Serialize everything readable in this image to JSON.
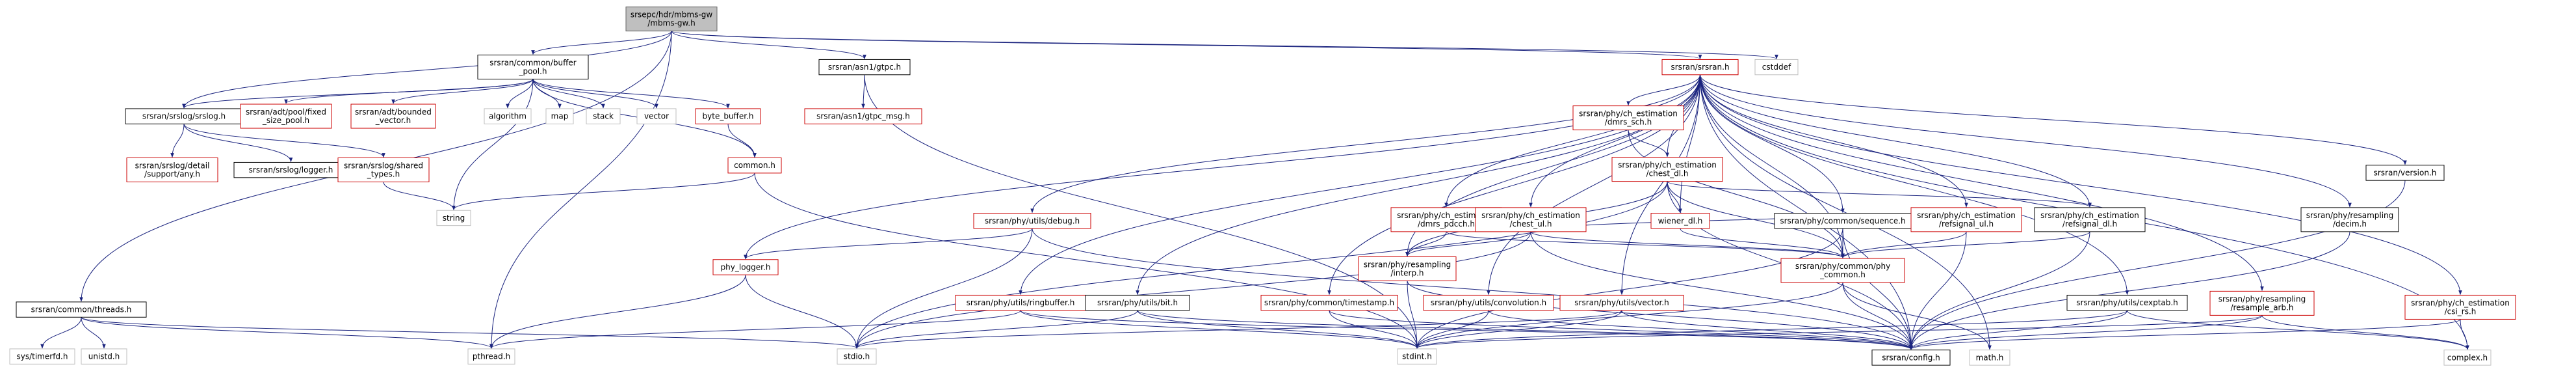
{
  "graph": {
    "colors": {
      "edge": "#1a237e",
      "root_fill": "#bfbfbf",
      "root_border": "#666666",
      "documented_border": "#000000",
      "undocumented_border": "#cc0000",
      "plain_border": "#bfbfbf",
      "background": "#ffffff"
    },
    "nodes": [
      {
        "id": "root",
        "lines": [
          "srsepc/hdr/mbms-gw",
          "/mbms-gw.h"
        ],
        "kind": "root"
      },
      {
        "id": "buffer_pool",
        "lines": [
          "srsran/common/buffer",
          "_pool.h"
        ],
        "kind": "documented"
      },
      {
        "id": "gtpc",
        "lines": [
          "srsran/asn1/gtpc.h"
        ],
        "kind": "documented"
      },
      {
        "id": "srsran_h",
        "lines": [
          "srsran/srsran.h"
        ],
        "kind": "undocumented"
      },
      {
        "id": "cstddef",
        "lines": [
          "cstddef"
        ],
        "kind": "plain"
      },
      {
        "id": "threads",
        "lines": [
          "srsran/common/threads.h"
        ],
        "kind": "documented"
      },
      {
        "id": "srslog",
        "lines": [
          "srsran/srslog/srslog.h"
        ],
        "kind": "documented"
      },
      {
        "id": "fixed_pool",
        "lines": [
          "srsran/adt/pool/fixed",
          "_size_pool.h"
        ],
        "kind": "undocumented"
      },
      {
        "id": "bounded_vector",
        "lines": [
          "srsran/adt/bounded",
          "_vector.h"
        ],
        "kind": "undocumented"
      },
      {
        "id": "algorithm",
        "lines": [
          "algorithm"
        ],
        "kind": "plain"
      },
      {
        "id": "map",
        "lines": [
          "map"
        ],
        "kind": "plain"
      },
      {
        "id": "stack",
        "lines": [
          "stack"
        ],
        "kind": "plain"
      },
      {
        "id": "vector",
        "lines": [
          "vector"
        ],
        "kind": "plain"
      },
      {
        "id": "byte_buffer",
        "lines": [
          "byte_buffer.h"
        ],
        "kind": "undocumented"
      },
      {
        "id": "gtpc_msg",
        "lines": [
          "srsran/asn1/gtpc_msg.h"
        ],
        "kind": "undocumented"
      },
      {
        "id": "detail_any",
        "lines": [
          "srsran/srslog/detail",
          "/support/any.h"
        ],
        "kind": "undocumented"
      },
      {
        "id": "logger",
        "lines": [
          "srsran/srslog/logger.h"
        ],
        "kind": "documented"
      },
      {
        "id": "shared_types",
        "lines": [
          "srsran/srslog/shared",
          "_types.h"
        ],
        "kind": "undocumented"
      },
      {
        "id": "common_h",
        "lines": [
          "common.h"
        ],
        "kind": "undocumented"
      },
      {
        "id": "string",
        "lines": [
          "string"
        ],
        "kind": "plain"
      },
      {
        "id": "sys_timerfd",
        "lines": [
          "sys/timerfd.h"
        ],
        "kind": "plain"
      },
      {
        "id": "unistd",
        "lines": [
          "unistd.h"
        ],
        "kind": "plain"
      },
      {
        "id": "pthread",
        "lines": [
          "pthread.h"
        ],
        "kind": "plain"
      },
      {
        "id": "debug_h",
        "lines": [
          "srsran/phy/utils/debug.h"
        ],
        "kind": "undocumented"
      },
      {
        "id": "phy_logger",
        "lines": [
          "phy_logger.h"
        ],
        "kind": "undocumented"
      },
      {
        "id": "stdio",
        "lines": [
          "stdio.h"
        ],
        "kind": "plain"
      },
      {
        "id": "ringbuffer",
        "lines": [
          "srsran/phy/utils/ringbuffer.h"
        ],
        "kind": "undocumented"
      },
      {
        "id": "bit_h",
        "lines": [
          "srsran/phy/utils/bit.h"
        ],
        "kind": "documented"
      },
      {
        "id": "stdint",
        "lines": [
          "stdint.h"
        ],
        "kind": "plain"
      },
      {
        "id": "timestamp",
        "lines": [
          "srsran/phy/common/timestamp.h"
        ],
        "kind": "undocumented"
      },
      {
        "id": "convolution",
        "lines": [
          "srsran/phy/utils/convolution.h"
        ],
        "kind": "undocumented"
      },
      {
        "id": "dmrs_pdcch",
        "lines": [
          "srsran/phy/ch_estimation",
          "/dmrs_pdcch.h"
        ],
        "kind": "undocumented"
      },
      {
        "id": "interp",
        "lines": [
          "srsran/phy/resampling",
          "/interp.h"
        ],
        "kind": "undocumented"
      },
      {
        "id": "chest_ul",
        "lines": [
          "srsran/phy/ch_estimation",
          "/chest_ul.h"
        ],
        "kind": "undocumented"
      },
      {
        "id": "dmrs_sch",
        "lines": [
          "srsran/phy/ch_estimation",
          "/dmrs_sch.h"
        ],
        "kind": "undocumented"
      },
      {
        "id": "chest_dl",
        "lines": [
          "srsran/phy/ch_estimation",
          "/chest_dl.h"
        ],
        "kind": "undocumented"
      },
      {
        "id": "wiener_dl",
        "lines": [
          "wiener_dl.h"
        ],
        "kind": "undocumented"
      },
      {
        "id": "vector_h",
        "lines": [
          "srsran/phy/utils/vector.h"
        ],
        "kind": "undocumented"
      },
      {
        "id": "phy_common",
        "lines": [
          "srsran/phy/common/phy",
          "_common.h"
        ],
        "kind": "undocumented"
      },
      {
        "id": "sequence",
        "lines": [
          "srsran/phy/common/sequence.h"
        ],
        "kind": "documented"
      },
      {
        "id": "refsignal_ul",
        "lines": [
          "srsran/phy/ch_estimation",
          "/refsignal_ul.h"
        ],
        "kind": "undocumented"
      },
      {
        "id": "refsignal_dl",
        "lines": [
          "srsran/phy/ch_estimation",
          "/refsignal_dl.h"
        ],
        "kind": "documented"
      },
      {
        "id": "config_h",
        "lines": [
          "srsran/config.h"
        ],
        "kind": "documented"
      },
      {
        "id": "math_h",
        "lines": [
          "math.h"
        ],
        "kind": "plain"
      },
      {
        "id": "cexptab",
        "lines": [
          "srsran/phy/utils/cexptab.h"
        ],
        "kind": "documented"
      },
      {
        "id": "resample_arb",
        "lines": [
          "srsran/phy/resampling",
          "/resample_arb.h"
        ],
        "kind": "undocumented"
      },
      {
        "id": "version_h",
        "lines": [
          "srsran/version.h"
        ],
        "kind": "documented"
      },
      {
        "id": "decim",
        "lines": [
          "srsran/phy/resampling",
          "/decim.h"
        ],
        "kind": "documented"
      },
      {
        "id": "csi_rs",
        "lines": [
          "srsran/phy/ch_estimation",
          "/csi_rs.h"
        ],
        "kind": "undocumented"
      },
      {
        "id": "complex_h",
        "lines": [
          "complex.h"
        ],
        "kind": "plain"
      }
    ]
  }
}
